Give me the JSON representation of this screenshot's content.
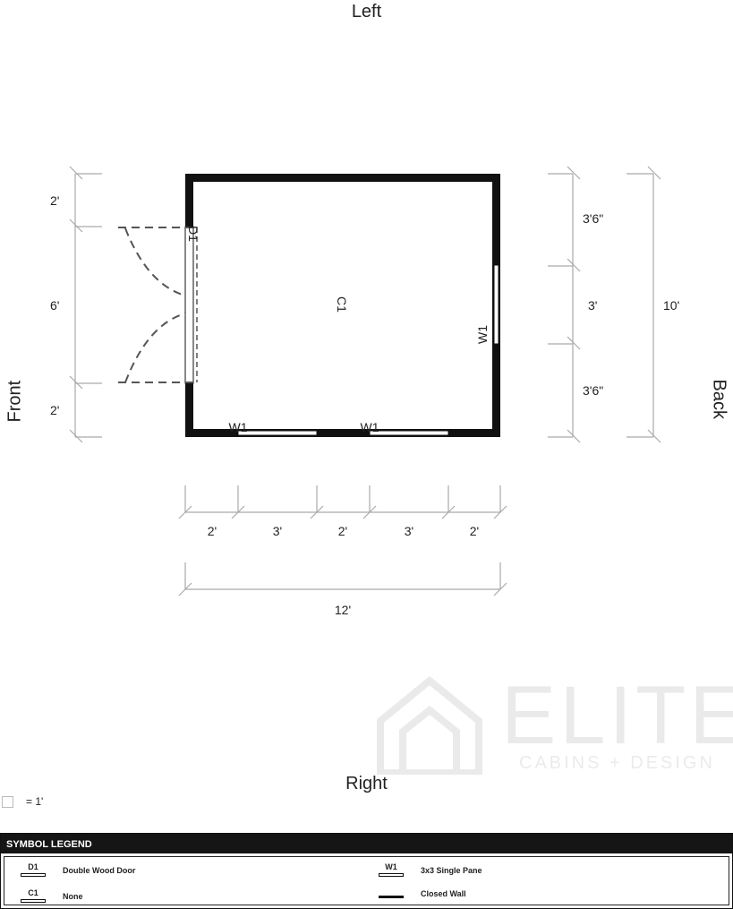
{
  "sides": {
    "left": "Left",
    "right": "Right",
    "front": "Front",
    "back": "Back"
  },
  "dimensions": {
    "front_top": "2'",
    "front_mid": "6'",
    "front_bottom": "2'",
    "back_top": "3'6\"",
    "back_mid": "3'",
    "back_bottom": "3'6\"",
    "back_total": "10'",
    "bottom_segments": [
      "2'",
      "3'",
      "2'",
      "3'",
      "2'"
    ],
    "bottom_total": "12'"
  },
  "labels": {
    "center": "C1",
    "door": "D1",
    "window": "W1"
  },
  "scale": {
    "text": "= 1'"
  },
  "watermark": {
    "title": "ELITE",
    "subtitle": "CABINS + DESIGN"
  },
  "legend": {
    "title": "SYMBOL LEGEND",
    "items": [
      {
        "code": "D1",
        "label": "Double Wood Door"
      },
      {
        "code": "W1",
        "label": "3x3 Single Pane"
      },
      {
        "code": "C1",
        "label": "None"
      },
      {
        "code": "",
        "label": "Closed Wall"
      }
    ]
  }
}
